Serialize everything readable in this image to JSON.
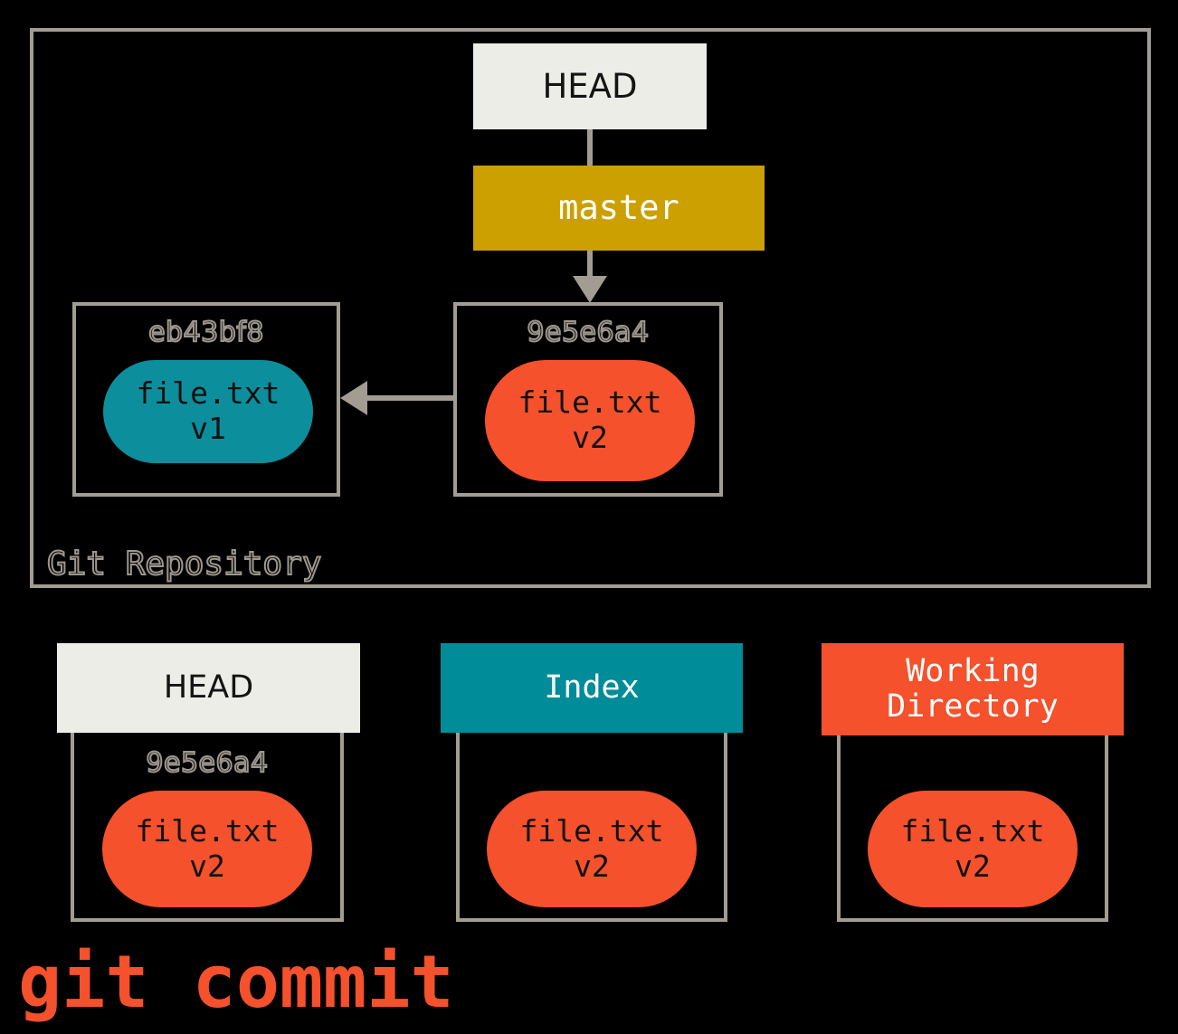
{
  "diagram": {
    "title": "git commit",
    "caption_color": "#F4512C",
    "repository": {
      "label": "Git Repository",
      "border_color": "#A39C93"
    },
    "pointers": {
      "head": {
        "label": "HEAD",
        "bg": "#EDEDE7",
        "fg": "#141414"
      },
      "branch": {
        "label": "master",
        "bg": "#CCA000",
        "fg": "#FFFFFF"
      }
    },
    "commits": [
      {
        "hash": "eb43bf8",
        "file": "file.txt",
        "version": "v1",
        "blob_color": "#0D8E9C"
      },
      {
        "hash": "9e5e6a4",
        "file": "file.txt",
        "version": "v2",
        "blob_color": "#F4512C"
      }
    ],
    "areas": [
      {
        "name": "HEAD",
        "header_bg": "#EDEDE7",
        "header_fg": "#141414",
        "hash": "9e5e6a4",
        "file": "file.txt",
        "version": "v2",
        "blob_color": "#F4512C"
      },
      {
        "name": "Index",
        "header_bg": "#008C99",
        "header_fg": "#FFFFFF",
        "hash": "",
        "file": "file.txt",
        "version": "v2",
        "blob_color": "#F4512C"
      },
      {
        "name": "Working\nDirectory",
        "header_bg": "#F4512C",
        "header_fg": "#FFFFFF",
        "hash": "",
        "file": "file.txt",
        "version": "v2",
        "blob_color": "#F4512C"
      }
    ]
  }
}
